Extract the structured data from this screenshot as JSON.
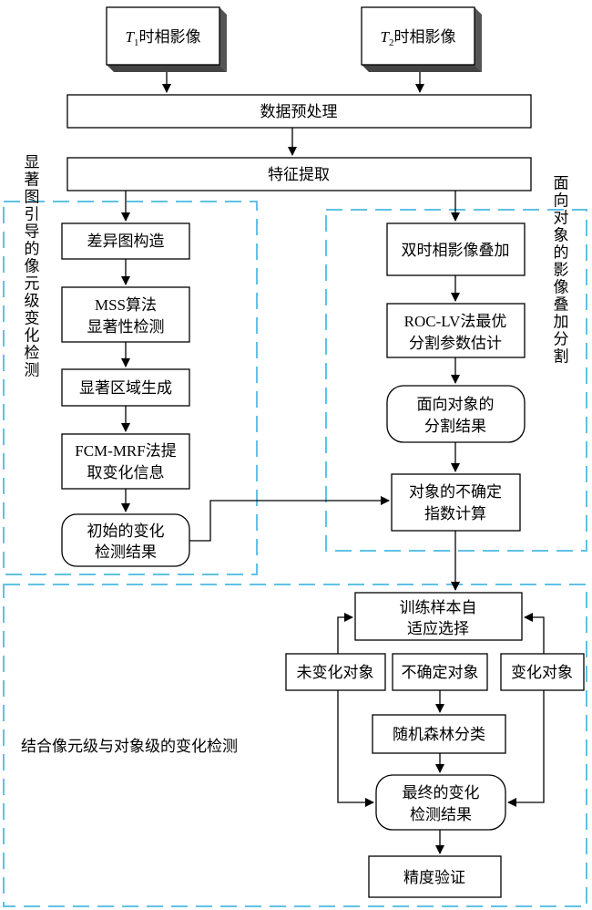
{
  "inputs": {
    "t1": {
      "letter": "T",
      "sub": "1",
      "suffix": "时相影像"
    },
    "t2": {
      "letter": "T",
      "sub": "2",
      "suffix": "时相影像"
    }
  },
  "steps": {
    "preprocess": "数据预处理",
    "feature": "特征提取"
  },
  "left": {
    "side_label": "显著图引导的像元级变化检测",
    "diff_map": "差异图构造",
    "mss": [
      "MSS算法",
      "显著性检测"
    ],
    "region": "显著区域生成",
    "fcm": [
      "FCM-MRF法提",
      "取变化信息"
    ],
    "initial": [
      "初始的变化",
      "检测结果"
    ]
  },
  "right": {
    "side_label": "面向对象的影像叠加分割",
    "overlay": "双时相影像叠加",
    "roc": [
      "ROC-LV法最优",
      "分割参数估计"
    ],
    "seg": [
      "面向对象的",
      "分割结果"
    ],
    "uncert": [
      "对象的不确定",
      "指数计算"
    ]
  },
  "bottom": {
    "side_label": "结合像元级与对象级的变化检测",
    "train": [
      "训练样本自",
      "适应选择"
    ],
    "unchanged": "未变化对象",
    "uncertain": "不确定对象",
    "changed": "变化对象",
    "rf": "随机森林分类",
    "final": [
      "最终的变化",
      "检测结果"
    ],
    "accuracy": "精度验证"
  }
}
